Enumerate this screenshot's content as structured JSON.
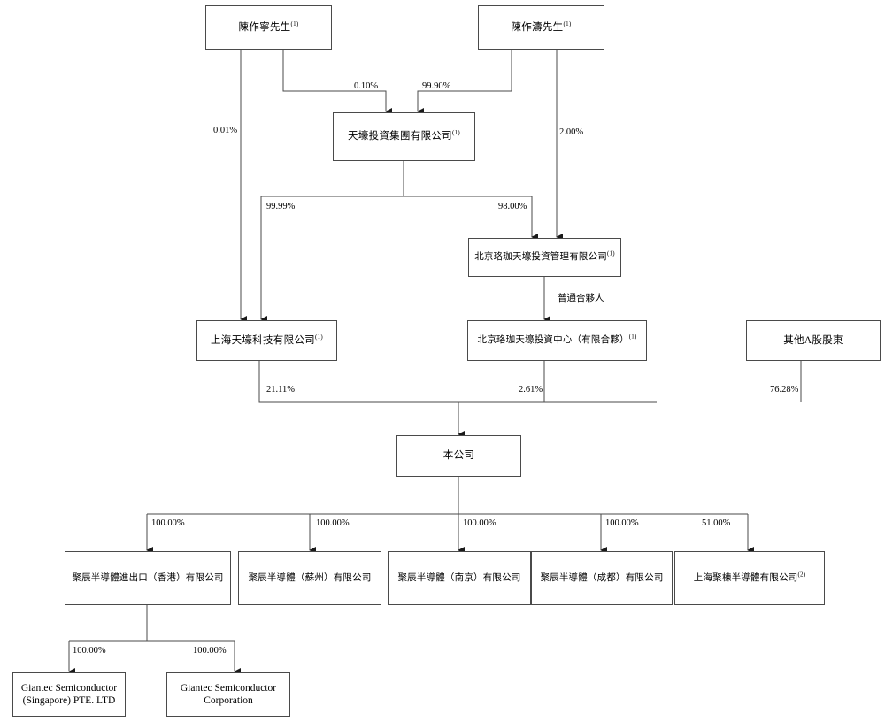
{
  "diagram": {
    "title": "Shareholding and group structure chart",
    "type": "organization-ownership-chart",
    "line_color": "#4a4a4a",
    "arrow_color": "#1a1a1a",
    "background": "#ffffff"
  },
  "nodes": {
    "chen_zuoning": {
      "label": "陳作寧先生",
      "note": "(1)"
    },
    "chen_zuotao": {
      "label": "陳作濤先生",
      "note": "(1)"
    },
    "tianhao_group": {
      "label": "天壕投資集團有限公司",
      "note": "(1)"
    },
    "beijing_luojia_mgmt": {
      "label": "北京珞珈天壕投資管理有限公司",
      "note": "(1)"
    },
    "shanghai_tianhao_tech": {
      "label": "上海天壕科技有限公司",
      "note": "(1)"
    },
    "beijing_luojia_center": {
      "label": "北京珞珈天壕投資中心（有限合夥）",
      "note": "(1)"
    },
    "other_a_shareholders": {
      "label": "其他A股股東",
      "note": ""
    },
    "the_company": {
      "label": "本公司",
      "note": ""
    },
    "sub_hk": {
      "label": "聚辰半導體進出口（香港）有限公司",
      "note": ""
    },
    "sub_suzhou": {
      "label": "聚辰半導體（蘇州）有限公司",
      "note": ""
    },
    "sub_nanjing": {
      "label": "聚辰半導體（南京）有限公司",
      "note": ""
    },
    "sub_chengdu": {
      "label": "聚辰半導體（成都）有限公司",
      "note": ""
    },
    "sub_shanghai_judong": {
      "label": "上海聚棟半導體有限公司",
      "note": "(2)"
    },
    "giantec_singapore": {
      "label": "Giantec Semiconductor (Singapore) PTE. LTD",
      "note": ""
    },
    "giantec_corp": {
      "label": "Giantec Semiconductor Corporation",
      "note": ""
    }
  },
  "edges": [
    {
      "id": "e1",
      "from": "chen_zuoning",
      "to": "tianhao_group",
      "label": "0.10%"
    },
    {
      "id": "e2",
      "from": "chen_zuotao",
      "to": "tianhao_group",
      "label": "99.90%"
    },
    {
      "id": "e3",
      "from": "chen_zuoning",
      "to": "shanghai_tianhao_tech",
      "label": "0.01%"
    },
    {
      "id": "e4",
      "from": "chen_zuotao",
      "to": "beijing_luojia_mgmt",
      "label": "2.00%"
    },
    {
      "id": "e5",
      "from": "tianhao_group",
      "to": "shanghai_tianhao_tech",
      "label": "99.99%"
    },
    {
      "id": "e6",
      "from": "tianhao_group",
      "to": "beijing_luojia_mgmt",
      "label": "98.00%"
    },
    {
      "id": "e7",
      "from": "beijing_luojia_mgmt",
      "to": "beijing_luojia_center",
      "label": "普通合夥人"
    },
    {
      "id": "e8",
      "from": "shanghai_tianhao_tech",
      "to": "the_company",
      "label": "21.11%"
    },
    {
      "id": "e9",
      "from": "beijing_luojia_center",
      "to": "the_company",
      "label": "2.61%"
    },
    {
      "id": "e10",
      "from": "other_a_shareholders",
      "to": "the_company",
      "label": "76.28%"
    },
    {
      "id": "e11",
      "from": "the_company",
      "to": "sub_hk",
      "label": "100.00%"
    },
    {
      "id": "e12",
      "from": "the_company",
      "to": "sub_suzhou",
      "label": "100.00%"
    },
    {
      "id": "e13",
      "from": "the_company",
      "to": "sub_nanjing",
      "label": "100.00%"
    },
    {
      "id": "e14",
      "from": "the_company",
      "to": "sub_chengdu",
      "label": "100.00%"
    },
    {
      "id": "e15",
      "from": "the_company",
      "to": "sub_shanghai_judong",
      "label": "51.00%"
    },
    {
      "id": "e16",
      "from": "sub_hk",
      "to": "giantec_singapore",
      "label": "100.00%"
    },
    {
      "id": "e17",
      "from": "sub_hk",
      "to": "giantec_corp",
      "label": "100.00%"
    }
  ]
}
